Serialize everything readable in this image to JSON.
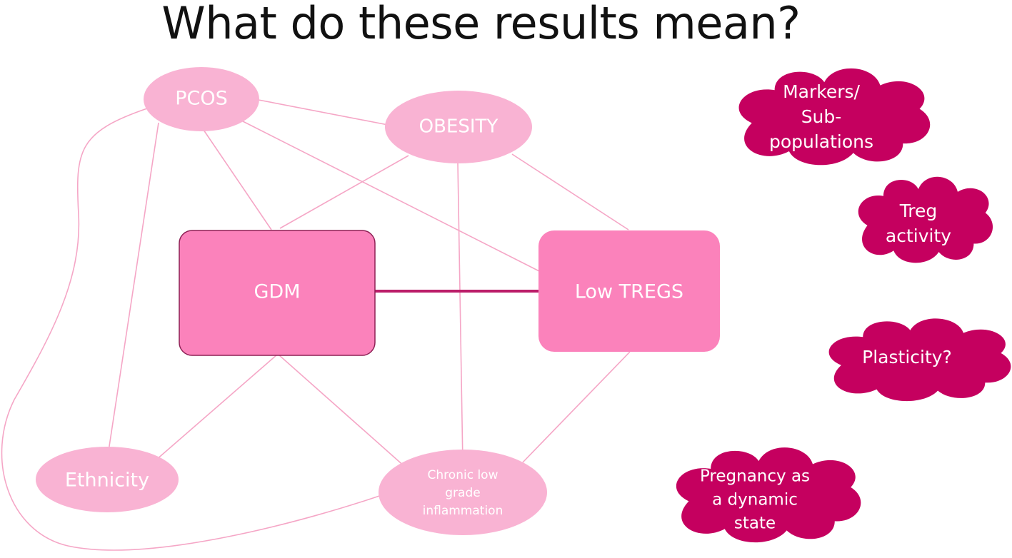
{
  "title": "What do these results mean?",
  "colors": {
    "light_node": "#f9b3d3",
    "mid_node": "#fb82bb",
    "main_node_stroke": "#8e2055",
    "cloud": "#c5005f",
    "connector": "#f5a6c6",
    "main_link": "#bb1d69",
    "text": "#ffffff"
  },
  "nodes": {
    "pcos": "PCOS",
    "obesity": "OBESITY",
    "gdm": "GDM",
    "low_tregs": "Low TREGS",
    "ethnicity": "Ethnicity",
    "inflammation": [
      "Chronic low",
      "grade",
      "inflammation"
    ]
  },
  "clouds": {
    "markers": [
      "Markers/",
      "Sub-",
      "populations"
    ],
    "treg_activity": [
      "Treg",
      "activity"
    ],
    "plasticity": [
      "Plasticity?"
    ],
    "pregnancy": [
      "Pregnancy as",
      "a dynamic",
      "state"
    ]
  }
}
